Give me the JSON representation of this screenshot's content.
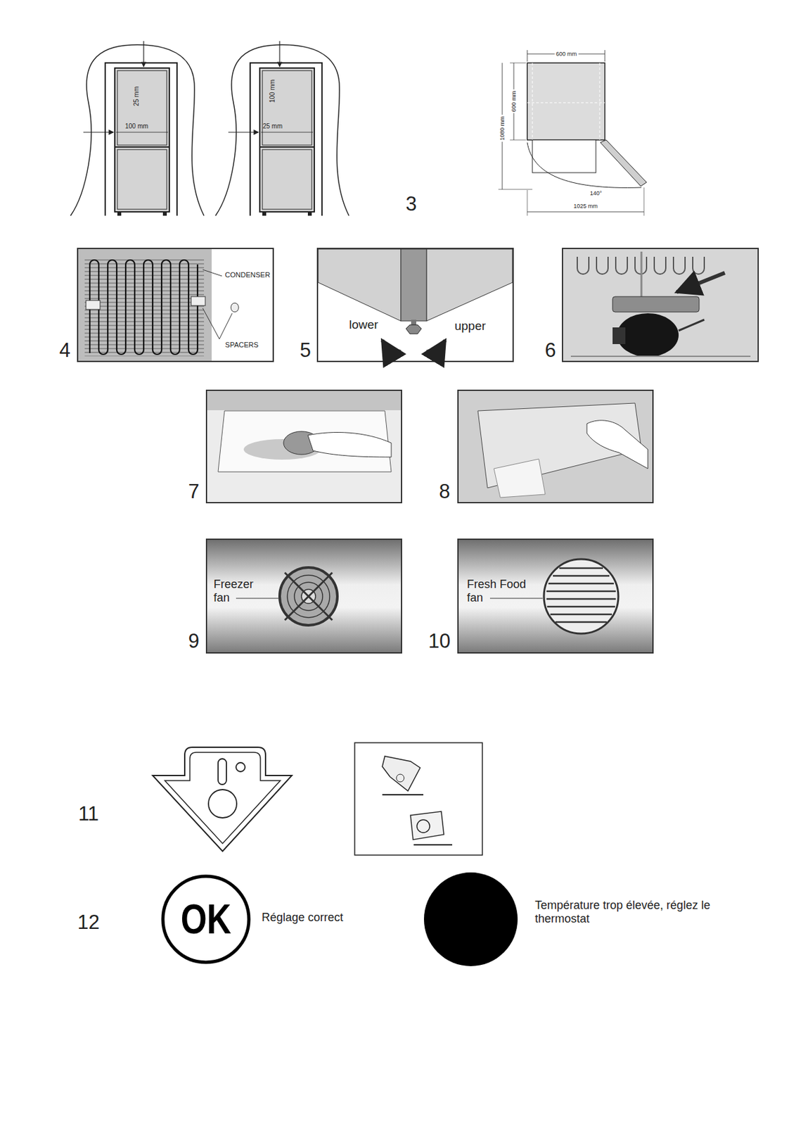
{
  "diagram": {
    "nodes": [
      {
        "text": [
          "OK"
        ]
      }
    ],
    "labels": [
      "25 mm",
      "100 mm",
      "100 mm",
      "25 mm",
      "3",
      "600 mm",
      "600 mm",
      "1080 mm",
      "140°",
      "1025 mm",
      "CONDENSER",
      "SPACERS",
      "4",
      "lower",
      "upper",
      "5",
      "6",
      "7",
      "8",
      "Freezer fan",
      "9",
      "Fresh Food fan",
      "10",
      "11",
      "12",
      "Réglage correct",
      "Température trop élevée, réglez le thermostat"
    ]
  }
}
